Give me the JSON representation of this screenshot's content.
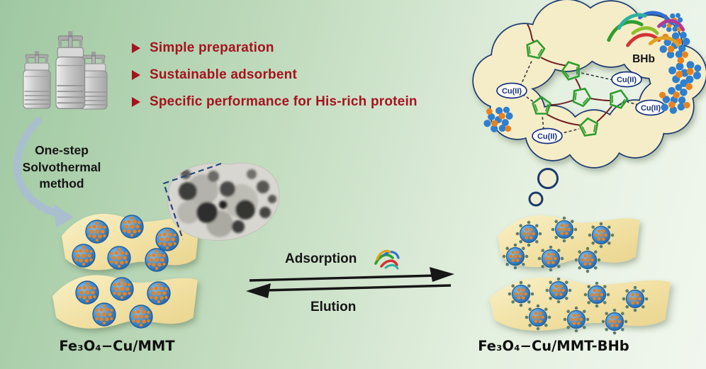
{
  "colors": {
    "background_left_green": "#9fc8a1",
    "background_right_green": "#f1f7ee",
    "highlight_red": "#a5131f",
    "cloud_border_navy": "#1d3a6e",
    "cloud_fill_cream": "#f5edc8",
    "sheet_yellow": "#f1e0a2",
    "nanoparticle_blue": "#3c86cc",
    "nanoparticle_dot_orange": "#e8821e",
    "imidazole_green": "#2f9e2f",
    "cu_label_blue": "#16337a",
    "process_arrow_blue_gray": "#a9bfce",
    "reaction_arrow_black": "#161616"
  },
  "icons": {
    "bullet_marker": "triangle-right-icon",
    "reactor": "autoclave-reactor-icon",
    "micrograph": "tem-micrograph",
    "nanoparticle": "magnetite-nanoparticle-icon",
    "coated_nanoparticle": "protein-coated-nanoparticle-icon",
    "protein": "protein-ribbon-icon",
    "imidazole": "imidazole-ring-icon",
    "cluster": "nanoparticle-cluster-icon"
  },
  "highlights": {
    "items": [
      "Simple preparation",
      "Sustainable adsorbent",
      "Specific performance for His-rich protein"
    ]
  },
  "process": {
    "lines": [
      "One-step",
      "Solvothermal",
      "method"
    ]
  },
  "reaction": {
    "forward_label": "Adsorption",
    "reverse_label": "Elution"
  },
  "materials": {
    "left_label": "Fe₃O₄−Cu/MMT",
    "right_label": "Fe₃O₄−Cu/MMT-BHb"
  },
  "cloud": {
    "protein_label": "BHb",
    "cu_label": "Cu(II)"
  }
}
